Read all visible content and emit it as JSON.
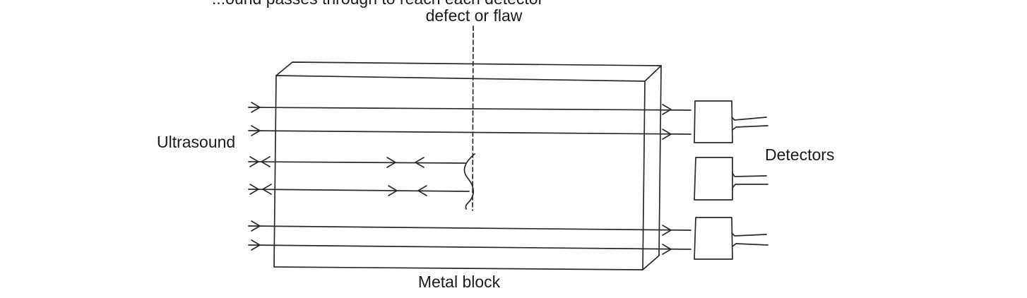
{
  "labels": {
    "title_fragment": "...ound passes through to reach each detector",
    "defect": "defect or flaw",
    "ultrasound": "Ultrasound",
    "detectors": "Detectors",
    "metal_block": "Metal block"
  },
  "colors": {
    "ink": "#2a2a2a",
    "text": "#1c1c1c",
    "background": "#ffffff"
  }
}
